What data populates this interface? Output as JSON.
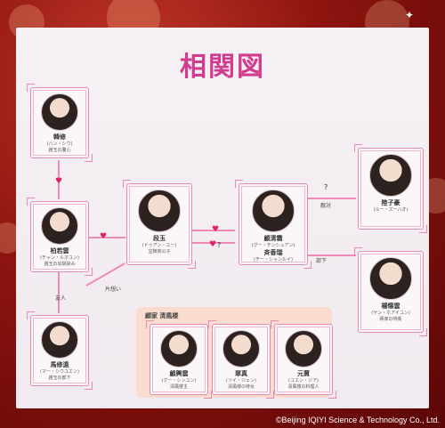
{
  "title": "相関図",
  "characters": {
    "hanxiu": {
      "name": "韓修",
      "reading": "(ハン・シウ)",
      "desc": "謝玉の腹心"
    },
    "guo": {
      "name": "柏若雲",
      "reading": "(チャン・ルオユン)",
      "desc": "謝玉の幼馴染み"
    },
    "xie": {
      "name": "段玉",
      "reading": "(ドゥアン・ユー)",
      "desc": "宝飾商公子"
    },
    "heroine": {
      "name": "顧清霜",
      "reading": "(グー・チンシュアン)",
      "name2": "斉香瑞",
      "reading2": "(チー・シャンルイ)"
    },
    "topright": {
      "name": "陸子豪",
      "reading": "(ルー・ズーハオ)",
      "desc": ""
    },
    "midright": {
      "name": "楊懐雲",
      "reading": "(ヤン・ホアイユン)",
      "desc": "蔣家の侍衛"
    },
    "bottomleft": {
      "name": "馬修遠",
      "reading": "(マー・シウユエン)",
      "desc": "謝玉の部下"
    },
    "g1": {
      "name": "顧興雲",
      "reading": "(グー・シンユン)",
      "desc": "清風楼主"
    },
    "g2": {
      "name": "翠真",
      "reading": "(ツイ・ジェン)",
      "desc": "清風楼の侍女"
    },
    "g3": {
      "name": "元賈",
      "reading": "(ユエン・ジア)",
      "desc": "清風楼の料理人"
    }
  },
  "relations": {
    "friend": "友人",
    "exlove": "片想い",
    "enemy": "敵対",
    "subordinate": "部下"
  },
  "group_label": "顧家 清風楼",
  "question": "?",
  "copyright": "©Beijing IQIYI Science & Technology Co., Ltd."
}
